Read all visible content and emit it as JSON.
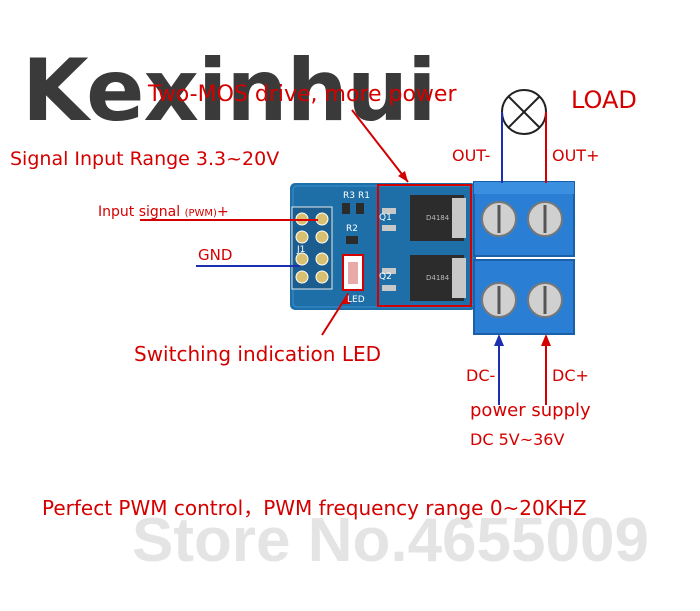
{
  "brand": {
    "name": "Kexinhui"
  },
  "labels": {
    "headline": "Two-MOS drive, more power",
    "load": "LOAD",
    "signal_range": "Signal Input Range  3.3~20V",
    "out_minus": "OUT-",
    "out_plus": "OUT+",
    "input_signal": "Input signal",
    "pwm": "(PWM)",
    "plus": "+",
    "gnd": "GND",
    "switching_led": "Switching indication LED",
    "dc_minus": "DC-",
    "dc_plus": "DC+",
    "power_supply": "power supply",
    "dc_range": "DC 5V~36V",
    "footer": "Perfect PWM control，PWM frequency range 0~20KHZ"
  },
  "board": {
    "silkscreen": {
      "r3": "R3",
      "r1": "R1",
      "q1": "Q1",
      "r2": "R2",
      "q2": "Q2",
      "j1": "J1",
      "led": "LED"
    },
    "mosfet_marking": "D4184"
  },
  "watermark": {
    "text": "Store No.4655009"
  },
  "colors": {
    "label_red": "#d40000",
    "pcb_blue": "#1e6fa8",
    "terminal_blue": "#2a7fd4",
    "wire_blue": "#1c2fb0",
    "brand_gray": "#3a3a3a"
  }
}
